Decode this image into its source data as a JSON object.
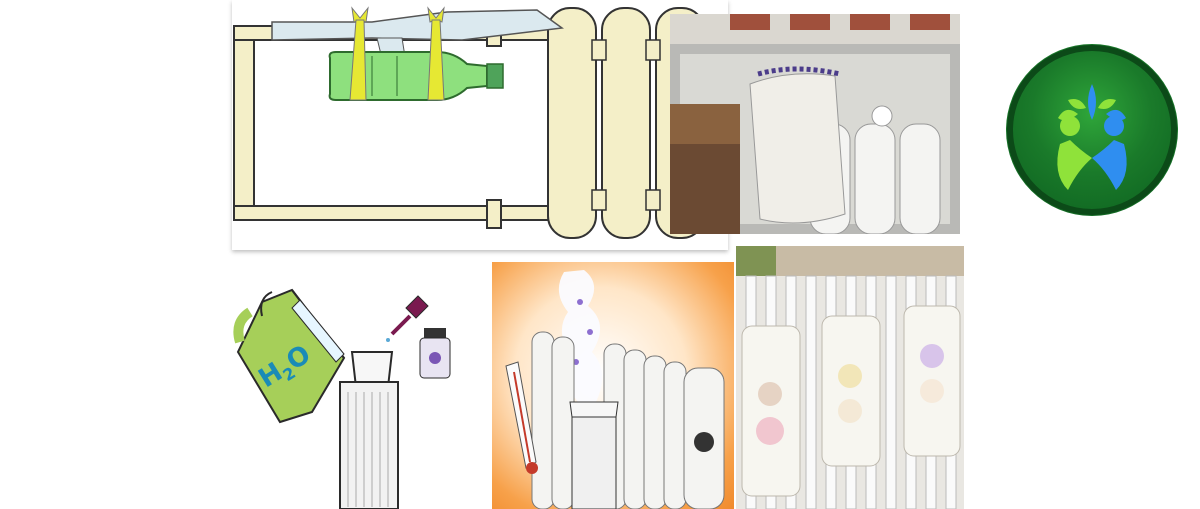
{
  "collage": {
    "panels": [
      {
        "subject": "bottle-humidifier-diagram",
        "shows_text": false
      },
      {
        "subject": "cloth-on-radiator-photo",
        "shows_text": false
      },
      {
        "subject": "water-pitcher-and-aroma-drops",
        "shows_text": true
      },
      {
        "subject": "steaming-radiator-illustration",
        "shows_text": false
      },
      {
        "subject": "ceramic-radiator-humidifiers-photo",
        "shows_text": false
      }
    ],
    "pitcher_label": "H2O",
    "pitcher_label_main": "H",
    "pitcher_label_sub_1": "2",
    "pitcher_label_sub_2": "O"
  },
  "logo": {
    "description": "tree-people-logo",
    "colors": {
      "outer": "#0b5e1e",
      "inner": "#1f8a2e",
      "figure_green": "#8fe23a",
      "figure_blue": "#2f8ef0"
    }
  }
}
